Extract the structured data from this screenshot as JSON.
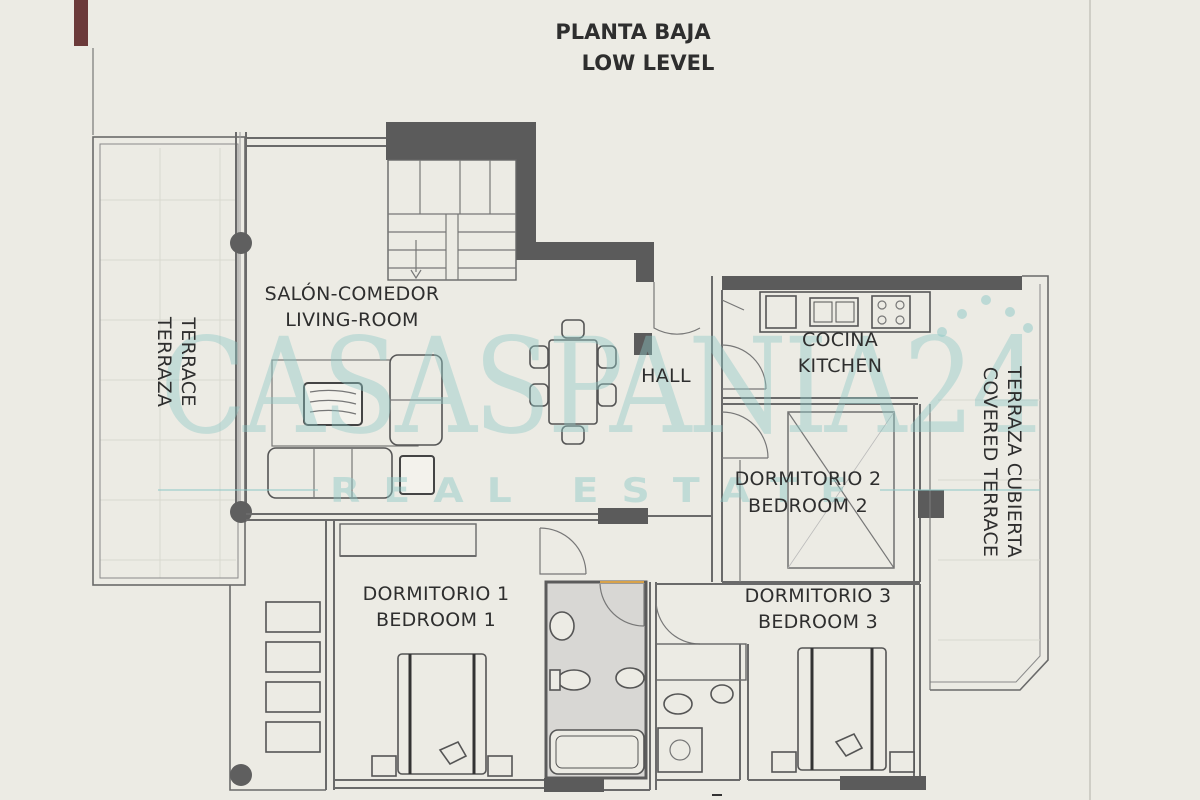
{
  "title": {
    "es": "PLANTA BAJA",
    "en": "LOW LEVEL"
  },
  "rooms": {
    "terrace": {
      "es": "TERRAZA",
      "en": "TERRACE"
    },
    "living": {
      "es": "SALÓN-COMEDOR",
      "en": "LIVING-ROOM"
    },
    "hall": {
      "label": "HALL"
    },
    "kitchen": {
      "es": "COCINA",
      "en": "KITCHEN"
    },
    "bedroom2": {
      "es": "DORMITORIO 2",
      "en": "BEDROOM 2"
    },
    "bedroom1": {
      "es": "DORMITORIO 1",
      "en": "BEDROOM 1"
    },
    "bedroom3": {
      "es": "DORMITORIO 3",
      "en": "BEDROOM 3"
    },
    "covered_terrace": {
      "es": "TERRAZA CUBIERTA",
      "en": "COVERED TERRACE"
    }
  },
  "watermark": {
    "brand": "CASASPANIA24",
    "tagline": "REAL ESTATE"
  },
  "colors": {
    "background": "#ecebe4",
    "wall": "#5b5b5b",
    "accent": "#6b3a3a",
    "watermark": "#8cc8c6"
  }
}
